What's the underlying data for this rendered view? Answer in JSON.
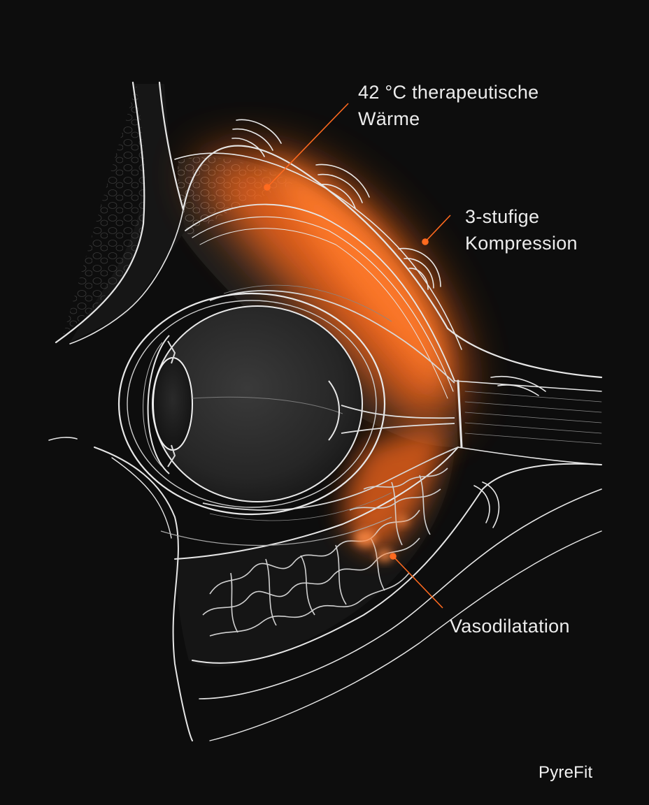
{
  "labels": {
    "heat": {
      "line1": "42 °C therapeutische",
      "line2": "Wärme"
    },
    "compression": {
      "line1": "3-stufige",
      "line2": "Kompression"
    },
    "vasodilation": {
      "line1": "Vasodilatation"
    }
  },
  "brand": "PyreFit",
  "colors": {
    "background": "#0d0d0d",
    "accent": "#ff6a1f",
    "line": "#e8e8e8",
    "text": "#ececec"
  }
}
